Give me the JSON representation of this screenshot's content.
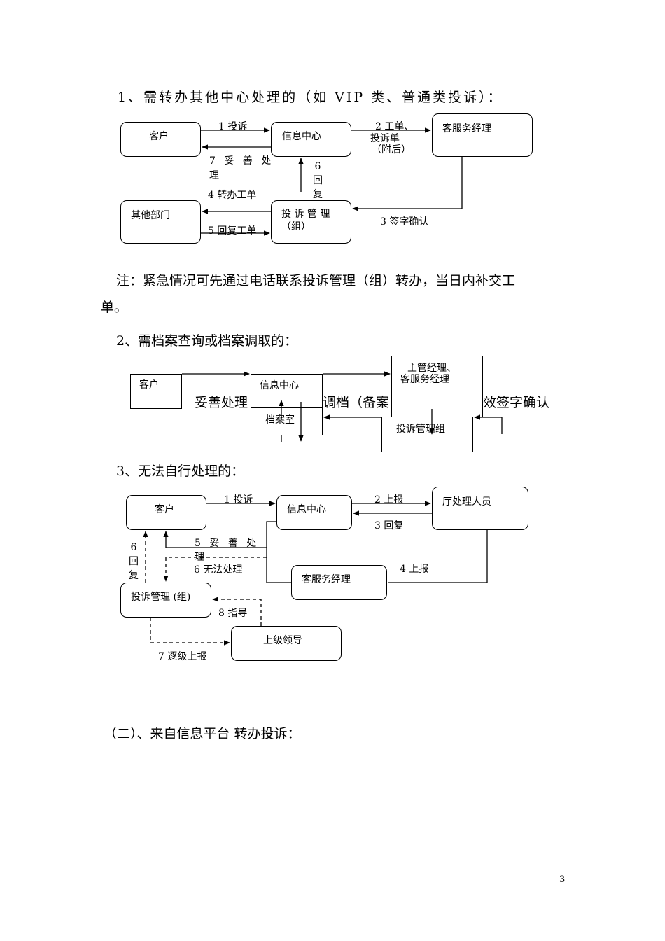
{
  "page_number": "3",
  "section1": {
    "heading": "1、需转办其他中心处理的（如 VIP 类、普通类投诉）：",
    "boxes": {
      "customer": "客户",
      "info_center": "信息中心",
      "cs_manager": "客服务经理",
      "other_dept": "其他部门",
      "complaint_mgmt": "投 诉 管 理（组）"
    },
    "labels": {
      "l1": "1 投诉",
      "l2a": "2 工单、",
      "l2b": "投诉单",
      "l2c": "（附后）",
      "l3": "3 签字确认",
      "l4": "4 转办工单",
      "l5": "5 回复工单",
      "l6": "6 回复",
      "l7a": "7 妥 善 处",
      "l7b": "理"
    }
  },
  "note": {
    "line1": "注：紧急情况可先通过电话联系投诉管理（组）转办，当日内补交工",
    "line2": "单。"
  },
  "section2": {
    "heading": "2、需档案查询或档案调取的：",
    "boxes": {
      "customer": "客户",
      "info_center": "信息中心",
      "archive": "档案室",
      "manager_a": "主管经理、",
      "manager_b": "客服务经理",
      "complaint_mgmt": "投诉管理组"
    },
    "overlay_text": {
      "a": "妥善处理",
      "b": "调档（备案",
      "c": "效签字确认"
    }
  },
  "section3": {
    "heading": "3、无法自行处理的：",
    "boxes": {
      "customer": "客户",
      "info_center": "信息中心",
      "hall_staff": "厅处理人员",
      "cs_manager": "客服务经理",
      "complaint_mgmt": "投诉管理 (组)",
      "leader": "上级领导"
    },
    "labels": {
      "l1": "1 投诉",
      "l2": "2 上报",
      "l3": "3 回复",
      "l4": "4 上报",
      "l5a": "5 妥 善 处",
      "l5b": "理",
      "l6": "6 无法处理",
      "l6v": "6 回复",
      "l7": "7 逐级上报",
      "l8": "8 指导"
    }
  },
  "section4": {
    "heading": "（二）、来自信息平台  转办投诉："
  }
}
